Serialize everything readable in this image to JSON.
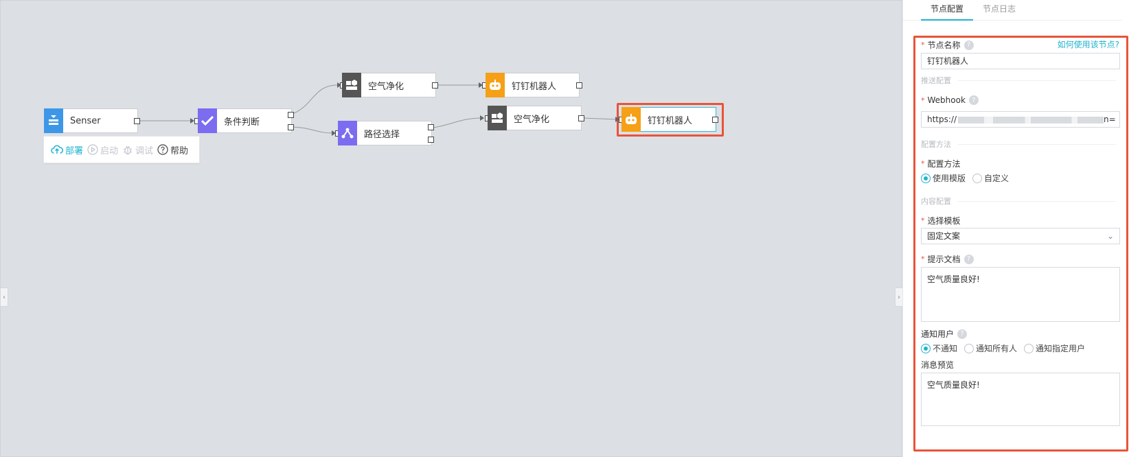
{
  "nodes": {
    "senser": "Senser",
    "condition": "条件判断",
    "air_top": "空气净化",
    "ding_top": "钉钉机器人",
    "route": "路径选择",
    "air_mid": "空气净化",
    "ding_selected": "钉钉机器人"
  },
  "toolbar": {
    "deploy": "部署",
    "start": "启动",
    "debug": "调试",
    "help": "帮助"
  },
  "panel": {
    "tabs": [
      "节点配置",
      "节点日志"
    ],
    "help_link": "如何使用该节点?",
    "node_name_label": "节点名称",
    "node_name_value": "钉钉机器人",
    "section_push": "推送配置",
    "webhook_label": "Webhook",
    "webhook_prefix": "https://",
    "webhook_suffix": "n=",
    "section_config_method": "配置方法",
    "config_method_label": "配置方法",
    "config_method_options": [
      "使用模版",
      "自定义"
    ],
    "config_method_selected": "使用模版",
    "section_content": "内容配置",
    "template_label": "选择模板",
    "template_value": "固定文案",
    "prompt_label": "提示文档",
    "prompt_value": "空气质量良好!",
    "notify_label": "通知用户",
    "notify_options": [
      "不通知",
      "通知所有人",
      "通知指定用户"
    ],
    "notify_selected": "不通知",
    "preview_label": "消息预览",
    "preview_value": "空气质量良好!"
  },
  "colors": {
    "accent": "#1fb3d0",
    "highlight_frame": "#e8533a",
    "senser_icon_bg": "#3d97e8",
    "condition_icon_bg": "#7b6cf0",
    "route_icon_bg": "#7b6cf0",
    "air_icon_bg": "#555555",
    "ding_icon_bg": "#f5a017"
  }
}
